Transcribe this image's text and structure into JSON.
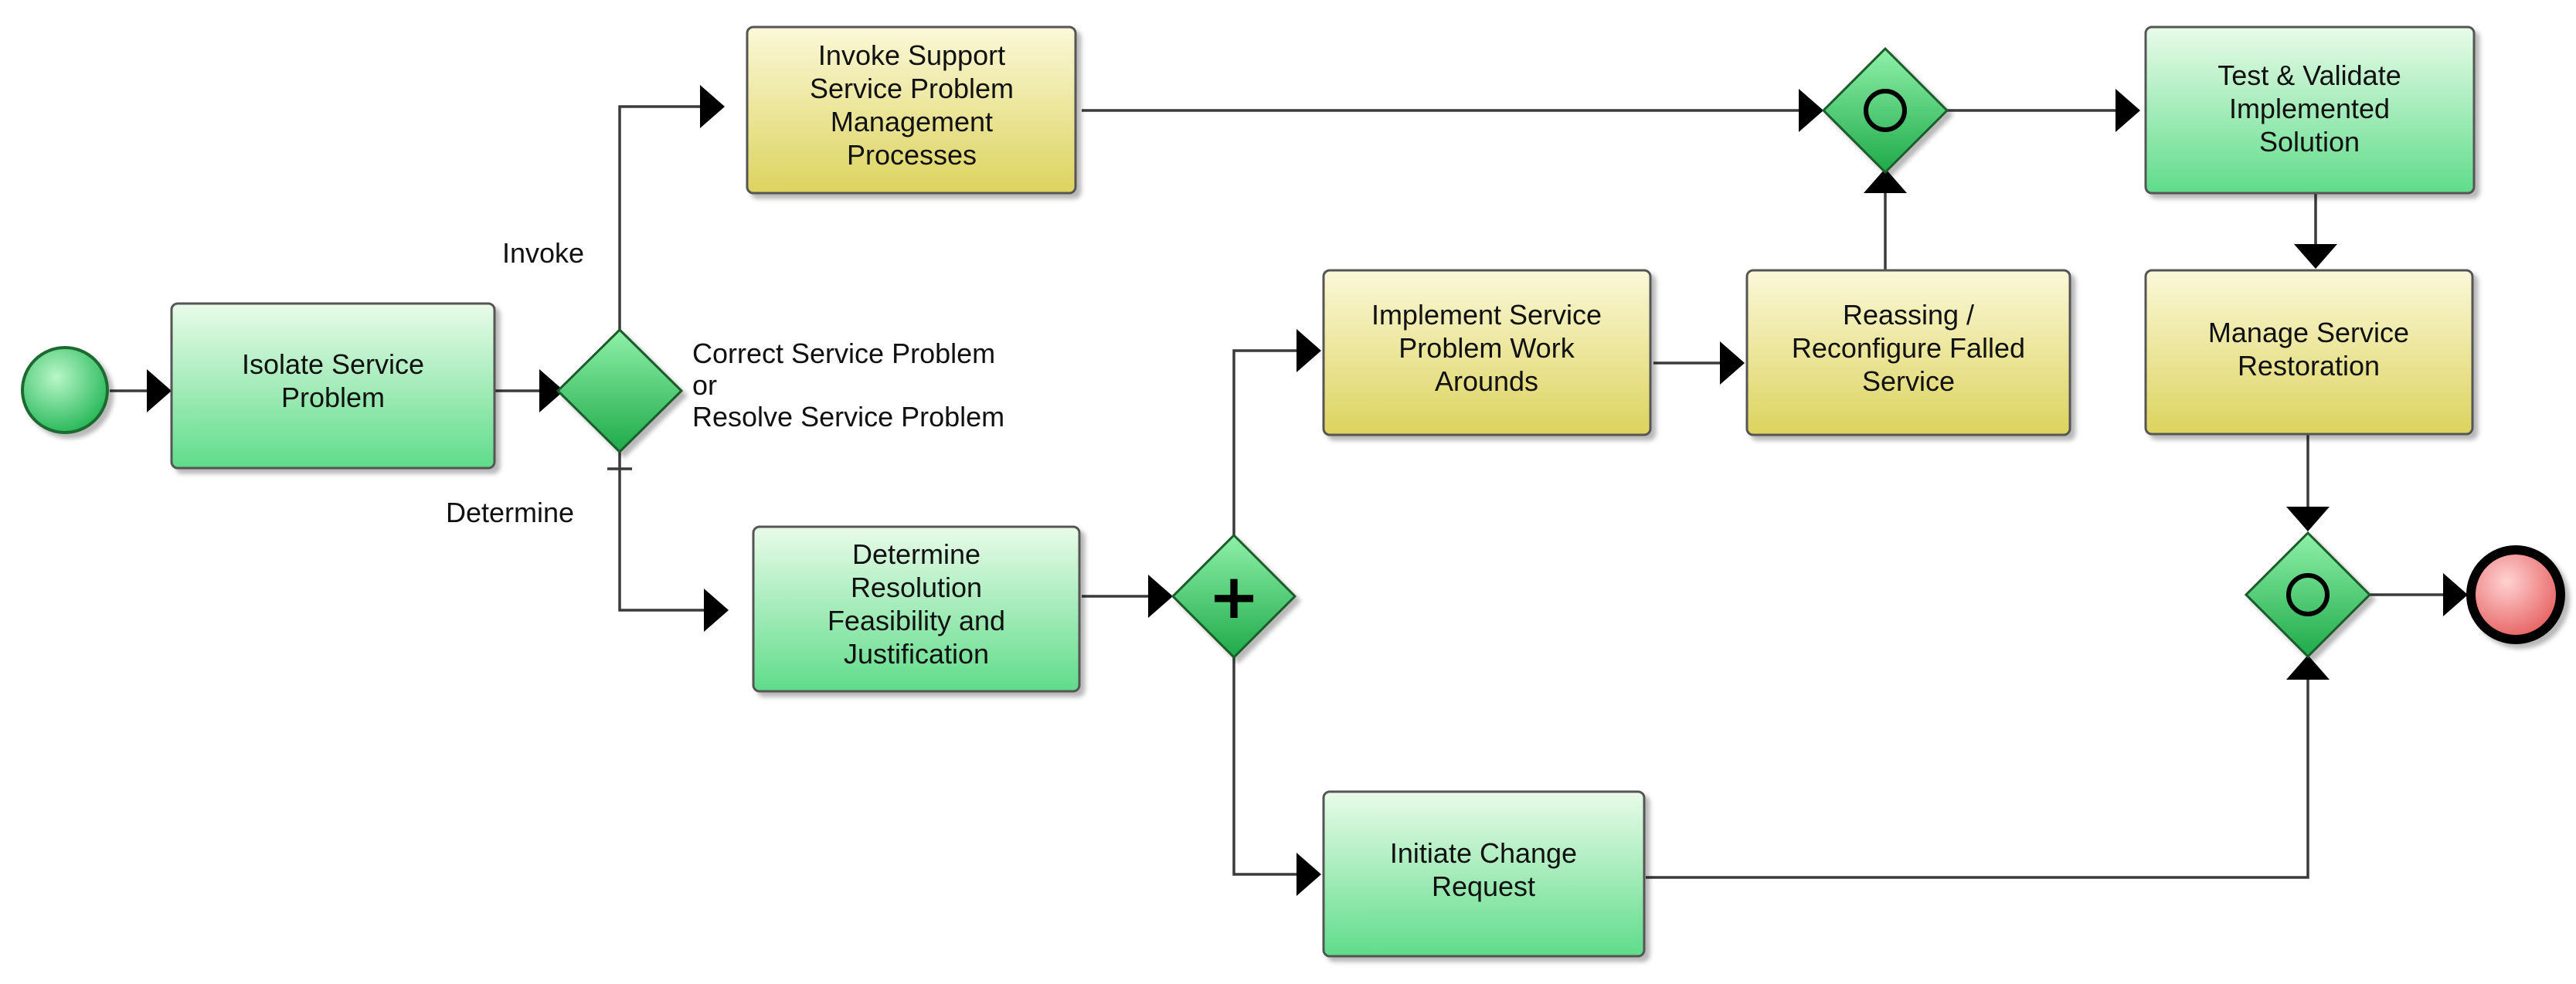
{
  "colors": {
    "green_task_top": "#e9fbe9",
    "green_task_bottom": "#5fdc8a",
    "yellow_task_top": "#fbf8d8",
    "yellow_task_bottom": "#dcd35e",
    "gateway_fill": "#2fbf5c",
    "start_event_fill": "#3ccf6a",
    "end_event_fill": "#f07a7a",
    "edge_color": "#3a3a3a"
  },
  "events": {
    "start": {
      "type": "start-event"
    },
    "end": {
      "type": "end-event"
    }
  },
  "tasks": {
    "isolate": {
      "lines": [
        "Isolate Service",
        "Problem"
      ],
      "color": "green"
    },
    "invoke_support": {
      "lines": [
        "Invoke Support",
        "Service Problem",
        "Management",
        "Processes"
      ],
      "color": "yellow"
    },
    "determine_resolution": {
      "lines": [
        "Determine",
        "Resolution",
        "Feasibility and",
        "Justification"
      ],
      "color": "green"
    },
    "implement_workarounds": {
      "lines": [
        "Implement Service",
        "Problem Work",
        "Arounds"
      ],
      "color": "yellow"
    },
    "reassign": {
      "lines": [
        "Reassing /",
        "Reconfigure Falled",
        "Service"
      ],
      "color": "yellow"
    },
    "test_validate": {
      "lines": [
        "Test & Validate",
        "Implemented",
        "Solution"
      ],
      "color": "green"
    },
    "manage_restoration": {
      "lines": [
        "Manage Service",
        "Restoration"
      ],
      "color": "yellow"
    },
    "initiate_change": {
      "lines": [
        "Initiate Change",
        "Request"
      ],
      "color": "green"
    }
  },
  "gateways": {
    "decision": {
      "type": "exclusive"
    },
    "parallel_split": {
      "type": "parallel",
      "symbol": "+"
    },
    "merge_top": {
      "type": "inclusive"
    },
    "merge_bottom": {
      "type": "inclusive"
    }
  },
  "edge_labels": {
    "invoke": "Invoke",
    "determine": "Determine",
    "condition_line1": "Correct Service Problem",
    "condition_line2": "or",
    "condition_line3": "Resolve Service Problem"
  }
}
